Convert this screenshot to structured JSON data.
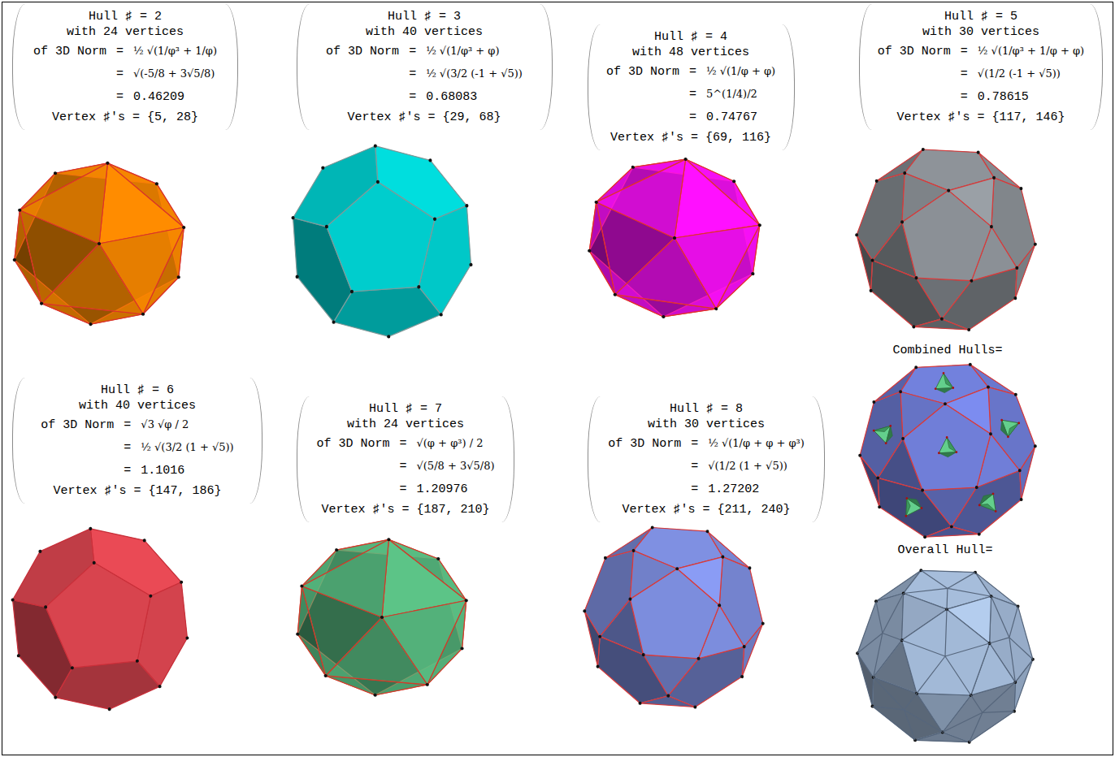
{
  "diagram": {
    "nodes": [
      {
        "text": [
          "Hull ♯ = 2",
          "with 24 vertices",
          "of 3D Norm",
          "=",
          "½ √(1/φ³ + 1/φ)",
          "=",
          "√(-5/8 + 3√5/8)",
          "=",
          "0.46209",
          "Vertex ♯'s = {5, 28}"
        ]
      },
      {
        "text": [
          "Hull ♯ = 3",
          "with 40 vertices",
          "of 3D Norm",
          "=",
          "½ √(1/φ³ + φ)",
          "=",
          "½ √(3/2 (-1 + √5))",
          "=",
          "0.68083",
          "Vertex ♯'s = {29, 68}"
        ]
      },
      {
        "text": [
          "Hull ♯ = 4",
          "with 48 vertices",
          "of 3D Norm",
          "=",
          "½ √(1/φ + φ)",
          "=",
          "5^(1/4)/2",
          "=",
          "0.74767",
          "Vertex ♯'s = {69, 116}"
        ]
      },
      {
        "text": [
          "Hull ♯ = 5",
          "with 30 vertices",
          "of 3D Norm",
          "=",
          "½ √(1/φ³ + 1/φ + φ)",
          "=",
          "√(1/2 (-1 + √5))",
          "=",
          "0.78615",
          "Vertex ♯'s = {117, 146}"
        ]
      },
      {
        "text": [
          "Hull ♯ = 6",
          "with 40 vertices",
          "of 3D Norm",
          "=",
          "√3 √φ / 2",
          "=",
          "½ √(3/2 (1 + √5))",
          "=",
          "1.1016",
          "Vertex ♯'s = {147, 186}"
        ]
      },
      {
        "text": [
          "Hull ♯ = 7",
          "with 24 vertices",
          "of 3D Norm",
          "=",
          "√(φ + φ³) / 2",
          "=",
          "√(5/8 + 3√5/8)",
          "=",
          "1.20976",
          "Vertex ♯'s = {187, 210}"
        ]
      },
      {
        "text": [
          "Hull ♯ = 8",
          "with 30 vertices",
          "of 3D Norm",
          "=",
          "½ √(1/φ + φ + φ³)",
          "=",
          "√(1/2 (1 + √5))",
          "=",
          "1.27202",
          "Vertex ♯'s = {211, 240}"
        ]
      }
    ],
    "labels": [
      "Combined Hulls=",
      "Overall Hull="
    ]
  }
}
